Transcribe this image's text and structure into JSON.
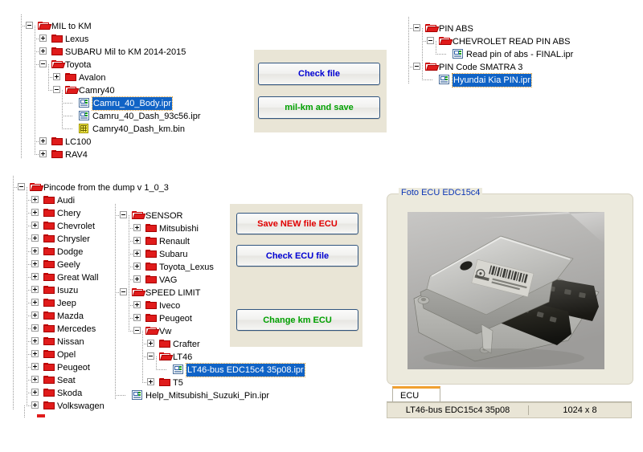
{
  "app": {
    "bg_color": "#ffffff",
    "panel_color": "#e9e5d6",
    "accent_tab_color": "#f0a030",
    "selection_color": "#1063c6"
  },
  "tree_mil_to_km": {
    "name": "MIL to KM tree",
    "nodes": [
      {
        "label": "MIL to KM",
        "depth": 0,
        "icon": "folder-open-icon",
        "expander": "minus"
      },
      {
        "label": "Lexus",
        "depth": 1,
        "icon": "folder-icon",
        "expander": "plus"
      },
      {
        "label": "SUBARU Mil to KM 2014-2015",
        "depth": 1,
        "icon": "folder-icon",
        "expander": "plus"
      },
      {
        "label": "Toyota",
        "depth": 1,
        "icon": "folder-open-icon",
        "expander": "minus"
      },
      {
        "label": "Avalon",
        "depth": 2,
        "icon": "folder-icon",
        "expander": "plus"
      },
      {
        "label": "Camry40",
        "depth": 2,
        "icon": "folder-open-icon",
        "expander": "minus"
      },
      {
        "label": "Camru_40_Body.ipr",
        "depth": 3,
        "icon": "ipr-file-icon",
        "expander": "none",
        "selected": true
      },
      {
        "label": "Camru_40_Dash_93c56.ipr",
        "depth": 3,
        "icon": "ipr-file-icon",
        "expander": "none"
      },
      {
        "label": "Camry40_Dash_km.bin",
        "depth": 3,
        "icon": "bin-file-icon",
        "expander": "none"
      },
      {
        "label": "LC100",
        "depth": 1,
        "icon": "folder-icon",
        "expander": "plus"
      },
      {
        "label": "RAV4",
        "depth": 1,
        "icon": "folder-icon",
        "expander": "plus"
      }
    ]
  },
  "tree_pin_abs": {
    "name": "PIN ABS tree",
    "nodes": [
      {
        "label": "PIN ABS",
        "depth": 0,
        "icon": "folder-open-icon",
        "expander": "minus"
      },
      {
        "label": "CHEVROLET READ PIN ABS",
        "depth": 1,
        "icon": "folder-open-icon",
        "expander": "minus"
      },
      {
        "label": "Read pin of abs - FINAL.ipr",
        "depth": 2,
        "icon": "ipr-file-icon",
        "expander": "none"
      },
      {
        "label": "PIN Code SMATRA 3",
        "depth": 0,
        "icon": "folder-open-icon",
        "expander": "minus"
      },
      {
        "label": "Hyundai Kia PIN.ipr",
        "depth": 1,
        "icon": "ipr-file-icon",
        "expander": "none",
        "selected": true
      }
    ]
  },
  "top_buttons": {
    "name": "MIL to KM actions",
    "items": [
      {
        "label": "Check file",
        "color": "blue"
      },
      {
        "label": "mil-km and save",
        "color": "green"
      }
    ]
  },
  "tree_pincode": {
    "name": "Pincode from the dump tree",
    "nodes": [
      {
        "label": "Pincode from the dump v 1_0_3",
        "depth": 0,
        "icon": "folder-open-icon",
        "expander": "minus"
      },
      {
        "label": "Audi",
        "depth": 1,
        "icon": "folder-icon",
        "expander": "plus"
      },
      {
        "label": "Chery",
        "depth": 1,
        "icon": "folder-icon",
        "expander": "plus"
      },
      {
        "label": "Chevrolet",
        "depth": 1,
        "icon": "folder-icon",
        "expander": "plus"
      },
      {
        "label": "Chrysler",
        "depth": 1,
        "icon": "folder-icon",
        "expander": "plus"
      },
      {
        "label": "Dodge",
        "depth": 1,
        "icon": "folder-icon",
        "expander": "plus"
      },
      {
        "label": "Geely",
        "depth": 1,
        "icon": "folder-icon",
        "expander": "plus"
      },
      {
        "label": "Great Wall",
        "depth": 1,
        "icon": "folder-icon",
        "expander": "plus"
      },
      {
        "label": "Isuzu",
        "depth": 1,
        "icon": "folder-icon",
        "expander": "plus"
      },
      {
        "label": "Jeep",
        "depth": 1,
        "icon": "folder-icon",
        "expander": "plus"
      },
      {
        "label": "Mazda",
        "depth": 1,
        "icon": "folder-icon",
        "expander": "plus"
      },
      {
        "label": "Mercedes",
        "depth": 1,
        "icon": "folder-icon",
        "expander": "plus"
      },
      {
        "label": "Nissan",
        "depth": 1,
        "icon": "folder-icon",
        "expander": "plus"
      },
      {
        "label": "Opel",
        "depth": 1,
        "icon": "folder-icon",
        "expander": "plus"
      },
      {
        "label": "Peugeot",
        "depth": 1,
        "icon": "folder-icon",
        "expander": "plus"
      },
      {
        "label": "Seat",
        "depth": 1,
        "icon": "folder-icon",
        "expander": "plus"
      },
      {
        "label": "Skoda",
        "depth": 1,
        "icon": "folder-icon",
        "expander": "plus"
      },
      {
        "label": "Volkswagen",
        "depth": 1,
        "icon": "folder-icon",
        "expander": "plus"
      }
    ]
  },
  "tree_sensor": {
    "name": "SENSOR and SPEED LIMIT tree",
    "nodes": [
      {
        "label": "SENSOR",
        "depth": 0,
        "icon": "folder-open-icon",
        "expander": "minus"
      },
      {
        "label": "Mitsubishi",
        "depth": 1,
        "icon": "folder-icon",
        "expander": "plus"
      },
      {
        "label": "Renault",
        "depth": 1,
        "icon": "folder-icon",
        "expander": "plus"
      },
      {
        "label": "Subaru",
        "depth": 1,
        "icon": "folder-icon",
        "expander": "plus"
      },
      {
        "label": "Toyota_Lexus",
        "depth": 1,
        "icon": "folder-icon",
        "expander": "plus"
      },
      {
        "label": "VAG",
        "depth": 1,
        "icon": "folder-icon",
        "expander": "plus"
      },
      {
        "label": "SPEED LIMIT",
        "depth": 0,
        "icon": "folder-open-icon",
        "expander": "minus"
      },
      {
        "label": "Iveco",
        "depth": 1,
        "icon": "folder-icon",
        "expander": "plus"
      },
      {
        "label": "Peugeot",
        "depth": 1,
        "icon": "folder-icon",
        "expander": "plus"
      },
      {
        "label": "Vw",
        "depth": 1,
        "icon": "folder-open-icon",
        "expander": "minus"
      },
      {
        "label": "Crafter",
        "depth": 2,
        "icon": "folder-icon",
        "expander": "plus"
      },
      {
        "label": "LT46",
        "depth": 2,
        "icon": "folder-open-icon",
        "expander": "minus"
      },
      {
        "label": "LT46-bus EDC15c4 35p08.ipr",
        "depth": 3,
        "icon": "ipr-file-icon",
        "expander": "none",
        "selected": true
      },
      {
        "label": "T5",
        "depth": 2,
        "icon": "folder-icon",
        "expander": "plus"
      },
      {
        "label": "Help_Mitsubishi_Suzuki_Pin.ipr",
        "depth": 0,
        "icon": "ipr-file-icon",
        "expander": "none"
      }
    ]
  },
  "ecu_buttons": {
    "name": "ECU actions",
    "items": [
      {
        "label": "Save NEW file ECU",
        "color": "red"
      },
      {
        "label": "Check ECU file",
        "color": "blue"
      },
      {
        "label": "Change km ECU",
        "color": "green"
      }
    ]
  },
  "photo_panel": {
    "legend": "Foto ECU EDC15c4",
    "image_alt": "Bosch EDC15c4 engine control unit photo"
  },
  "ecu_tabs": {
    "items": [
      {
        "label": "ECU",
        "active": true
      }
    ]
  },
  "status_bar": {
    "file_name": "LT46-bus EDC15c4 35p08",
    "size": "1024 x 8"
  }
}
